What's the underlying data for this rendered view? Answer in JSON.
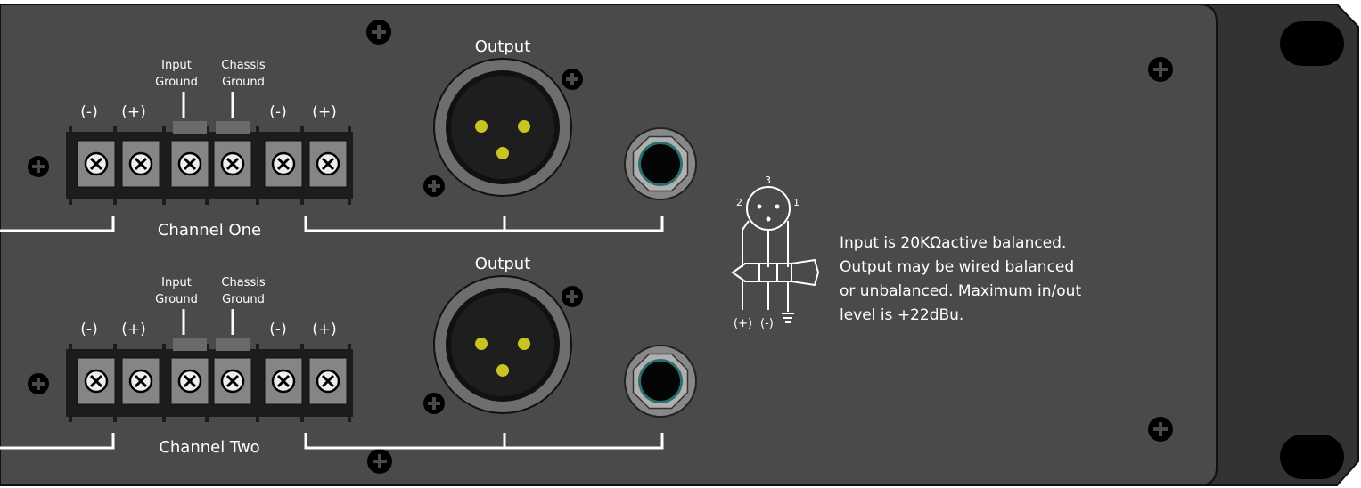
{
  "channels": [
    {
      "name": "Channel One",
      "output_label": "Output",
      "terminal_labels": [
        "(-)",
        "(+)",
        "",
        "",
        "(-)",
        "(+)"
      ],
      "input_ground_label": [
        "Input",
        "Ground"
      ],
      "chassis_ground_label": [
        "Chassis",
        "Ground"
      ]
    },
    {
      "name": "Channel Two",
      "output_label": "Output",
      "terminal_labels": [
        "(-)",
        "(+)",
        "",
        "",
        "(-)",
        "(+)"
      ],
      "input_ground_label": [
        "Input",
        "Ground"
      ],
      "chassis_ground_label": [
        "Chassis",
        "Ground"
      ]
    }
  ],
  "wiring_diagram": {
    "pin_numbers": [
      "2",
      "3",
      "1"
    ],
    "polarity_labels": [
      "(+)",
      "(-)"
    ]
  },
  "info_text": [
    "Input is 20KΩactive balanced.",
    "Output may be wired balanced",
    "or unbalanced.  Maximum in/out",
    "level is +22dBu."
  ],
  "colors": {
    "panel": "#4a4a4a",
    "rack_ear": "#333333",
    "terminal_block": "#1c1c1c",
    "terminal": "#858585",
    "xlr_pin": "#c9c421",
    "white": "#ffffff"
  }
}
